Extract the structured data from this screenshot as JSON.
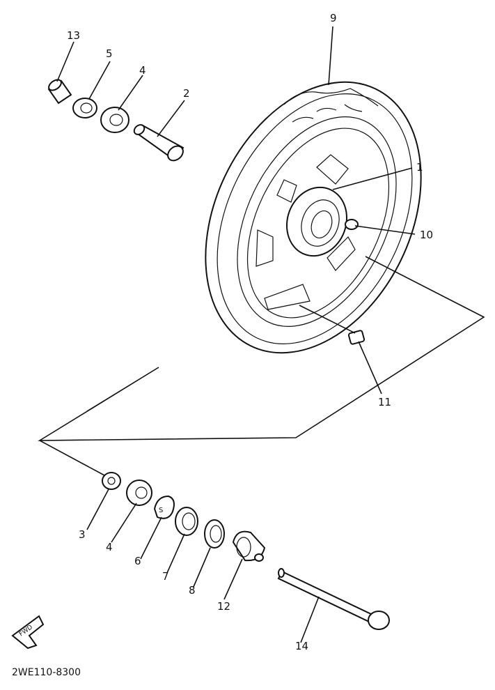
{
  "diagram_code": "2WE110-8300",
  "direction_label": "FWD",
  "callouts": {
    "c1": "1",
    "c2": "2",
    "c3": "3",
    "c4a": "4",
    "c4b": "4",
    "c5": "5",
    "c6": "6",
    "c7": "7",
    "c8": "8",
    "c9": "9",
    "c10": "10",
    "c11": "11",
    "c12": "12",
    "c13": "13",
    "c14": "14"
  }
}
